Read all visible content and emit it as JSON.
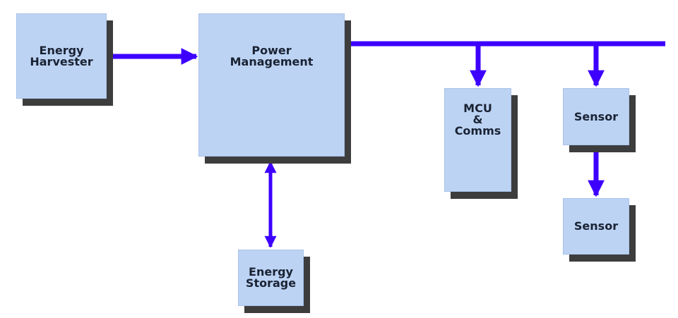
{
  "diagram": {
    "blocks": {
      "energy_harvester": {
        "line1": "Energy",
        "line2": "Harvester"
      },
      "power_management": {
        "line1": "Power",
        "line2": "Management"
      },
      "mcu_comms": {
        "line1": "MCU",
        "line2": "&",
        "line3": "Comms"
      },
      "sensor_1": {
        "line1": "Sensor"
      },
      "sensor_2": {
        "line1": "Sensor"
      },
      "energy_storage": {
        "line1": "Energy",
        "line2": "Storage"
      }
    },
    "colors": {
      "block_fill": "#bcd3f4",
      "block_shadow": "#3d3d3d",
      "connector": "#3d00ff",
      "text": "#1a2333"
    }
  }
}
